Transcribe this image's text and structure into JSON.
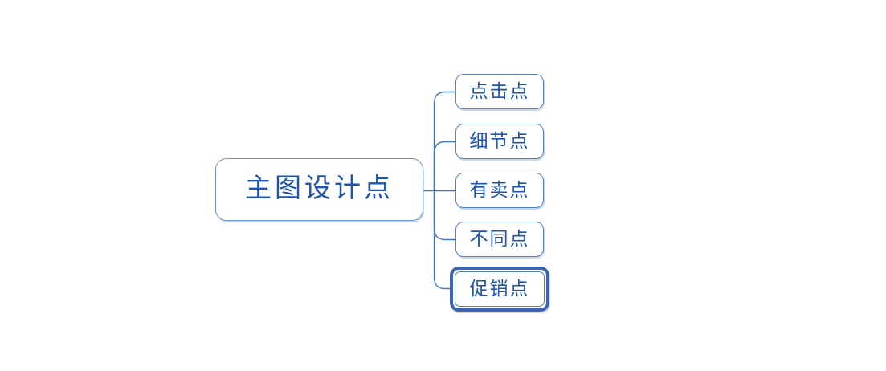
{
  "mindmap": {
    "root": {
      "label": "主图设计点"
    },
    "children": [
      {
        "label": "点击点",
        "selected": false
      },
      {
        "label": "细节点",
        "selected": false
      },
      {
        "label": "有卖点",
        "selected": false
      },
      {
        "label": "不同点",
        "selected": false
      },
      {
        "label": "促销点",
        "selected": true
      }
    ],
    "colors": {
      "background": "#ffffff",
      "node_border": "#5181c4",
      "root_border": "#6c95cf",
      "text": "#1e54ae",
      "connector": "#4377be",
      "selection_border": "#3d64b0"
    }
  }
}
